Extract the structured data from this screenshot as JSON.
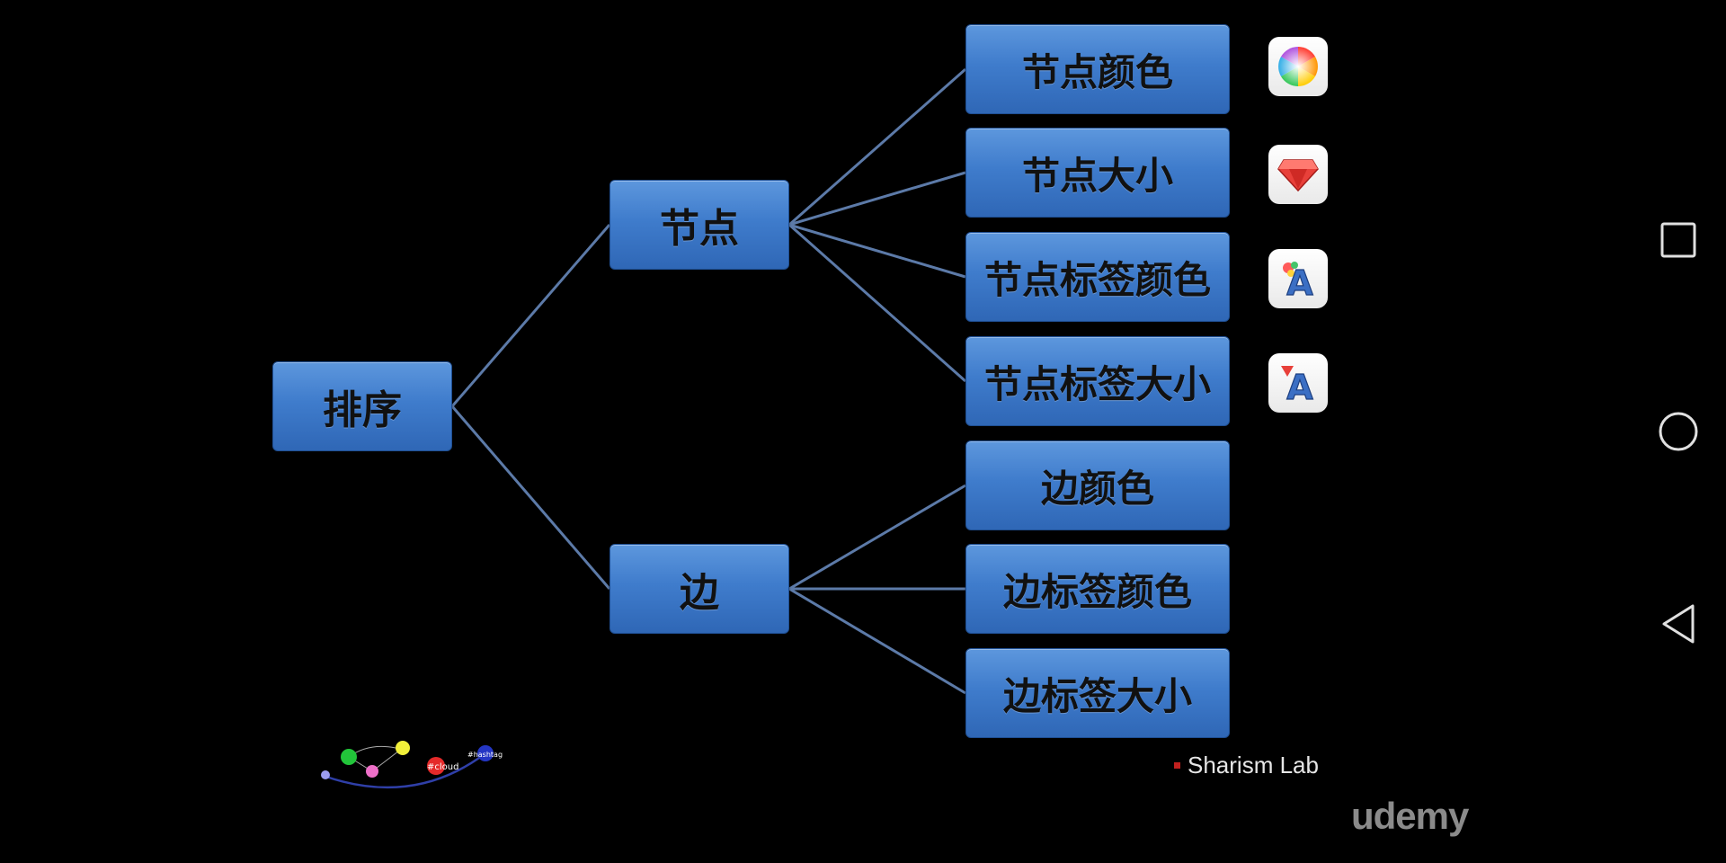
{
  "tree": {
    "root": {
      "label": "排序"
    },
    "branches": [
      {
        "label": "节点",
        "children": [
          "节点颜色",
          "节点大小",
          "节点标签颜色",
          "节点标签大小"
        ]
      },
      {
        "label": "边",
        "children": [
          "边颜色",
          "边标签颜色",
          "边标签大小"
        ]
      }
    ]
  },
  "icons": [
    "color-wheel-icon",
    "ruby-gem-icon",
    "label-color-icon",
    "label-size-icon"
  ],
  "watermark": {
    "lab": "Sharism Lab",
    "udemy": "udemy"
  },
  "mini_graph_labels": [
    "#cloud",
    "#hashtag"
  ],
  "colors": {
    "box": "#3f7ccc",
    "line": "#5c7aa8",
    "background": "#000000"
  },
  "nav_icons": [
    "recent-apps-icon",
    "home-icon",
    "back-icon"
  ]
}
